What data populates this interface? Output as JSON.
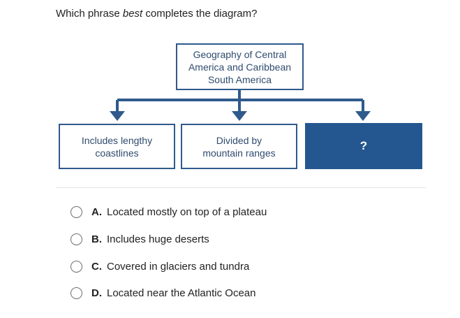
{
  "question": {
    "before": "Which phrase ",
    "emphasis": "best",
    "after": " completes the diagram?"
  },
  "diagram": {
    "top_box": [
      "Geography of Central",
      "America and Caribbean",
      "South America"
    ],
    "boxes": [
      [
        "Includes lengthy",
        "coastlines"
      ],
      [
        "Divided by",
        "mountain ranges"
      ],
      [
        "?"
      ]
    ],
    "colors": {
      "line": "#2f5a8c",
      "fill": "#24578f",
      "text": "#2f4b6e"
    }
  },
  "options": [
    {
      "letter": "A.",
      "text": "Located mostly on top of a plateau"
    },
    {
      "letter": "B.",
      "text": "Includes huge deserts"
    },
    {
      "letter": "C.",
      "text": "Covered in glaciers and tundra"
    },
    {
      "letter": "D.",
      "text": "Located near the Atlantic Ocean"
    }
  ]
}
